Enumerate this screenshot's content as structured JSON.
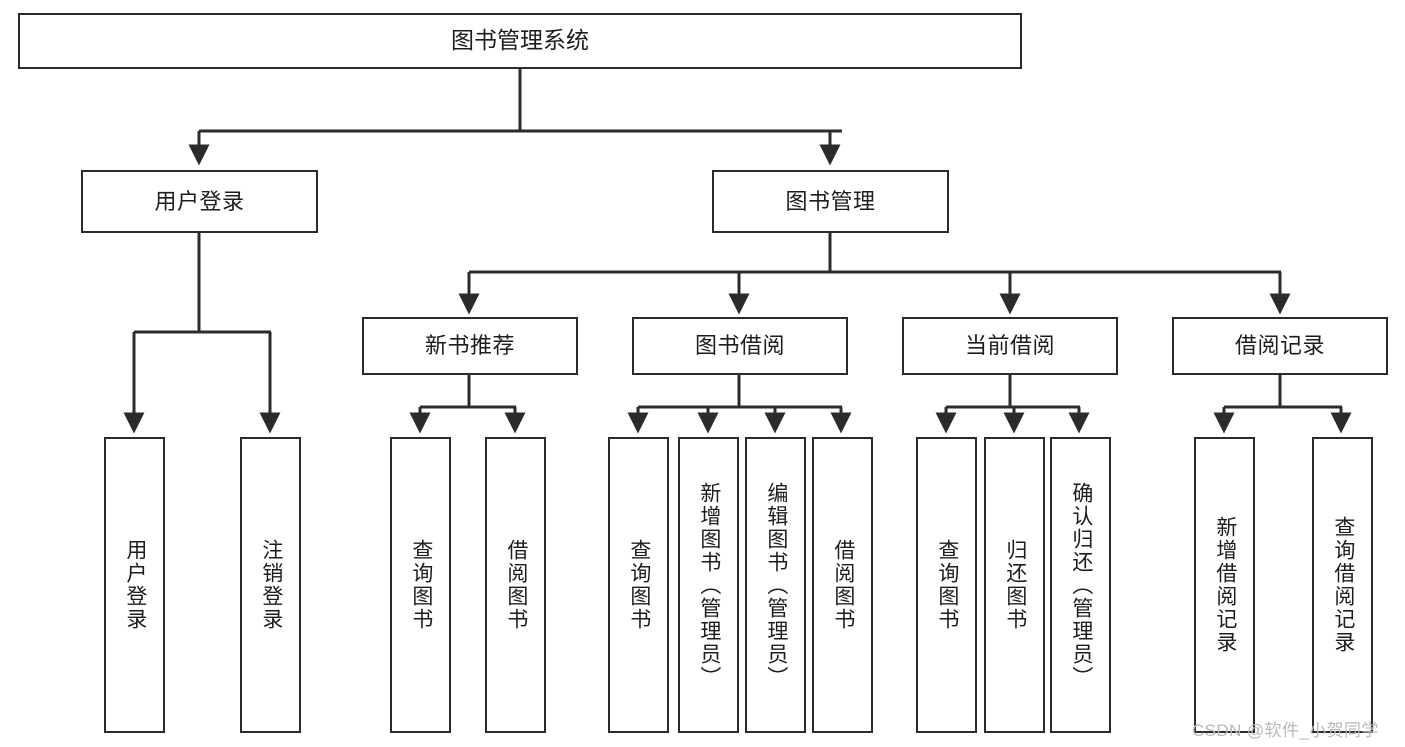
{
  "diagram": {
    "type": "hierarchy-tree",
    "title": "图书管理系统",
    "nodes": {
      "root": {
        "label": "图书管理系统"
      },
      "level2": [
        {
          "id": "user-login",
          "label": "用户登录"
        },
        {
          "id": "book-management",
          "label": "图书管理"
        }
      ],
      "level3": [
        {
          "id": "new-book-recommend",
          "label": "新书推荐"
        },
        {
          "id": "book-borrow",
          "label": "图书借阅"
        },
        {
          "id": "current-borrow",
          "label": "当前借阅"
        },
        {
          "id": "borrow-record",
          "label": "借阅记录"
        }
      ],
      "leaves": [
        {
          "id": "leaf-user-login",
          "label": "用户登录",
          "parent": "user-login"
        },
        {
          "id": "leaf-logout",
          "label": "注销登录",
          "parent": "user-login"
        },
        {
          "id": "leaf-query-book-1",
          "label": "查询图书",
          "parent": "new-book-recommend"
        },
        {
          "id": "leaf-borrow-book-1",
          "label": "借阅图书",
          "parent": "new-book-recommend"
        },
        {
          "id": "leaf-query-book-2",
          "label": "查询图书",
          "parent": "book-borrow"
        },
        {
          "id": "leaf-add-book",
          "label": "新增图书（管理员）",
          "parent": "book-borrow"
        },
        {
          "id": "leaf-edit-book",
          "label": "编辑图书（管理员）",
          "parent": "book-borrow"
        },
        {
          "id": "leaf-borrow-book-2",
          "label": "借阅图书",
          "parent": "book-borrow"
        },
        {
          "id": "leaf-query-book-3",
          "label": "查询图书",
          "parent": "current-borrow"
        },
        {
          "id": "leaf-return-book",
          "label": "归还图书",
          "parent": "current-borrow"
        },
        {
          "id": "leaf-confirm-return",
          "label": "确认归还（管理员）",
          "parent": "current-borrow"
        },
        {
          "id": "leaf-add-record",
          "label": "新增借阅记录",
          "parent": "borrow-record"
        },
        {
          "id": "leaf-query-record",
          "label": "查询借阅记录",
          "parent": "borrow-record"
        }
      ]
    },
    "colors": {
      "stroke": "#2b2b2b",
      "fill": "#ffffff",
      "text": "#1d1d1d",
      "watermark": "#b9b9b9"
    }
  },
  "watermark": {
    "text": "CSDN @软件_小贺同学"
  }
}
